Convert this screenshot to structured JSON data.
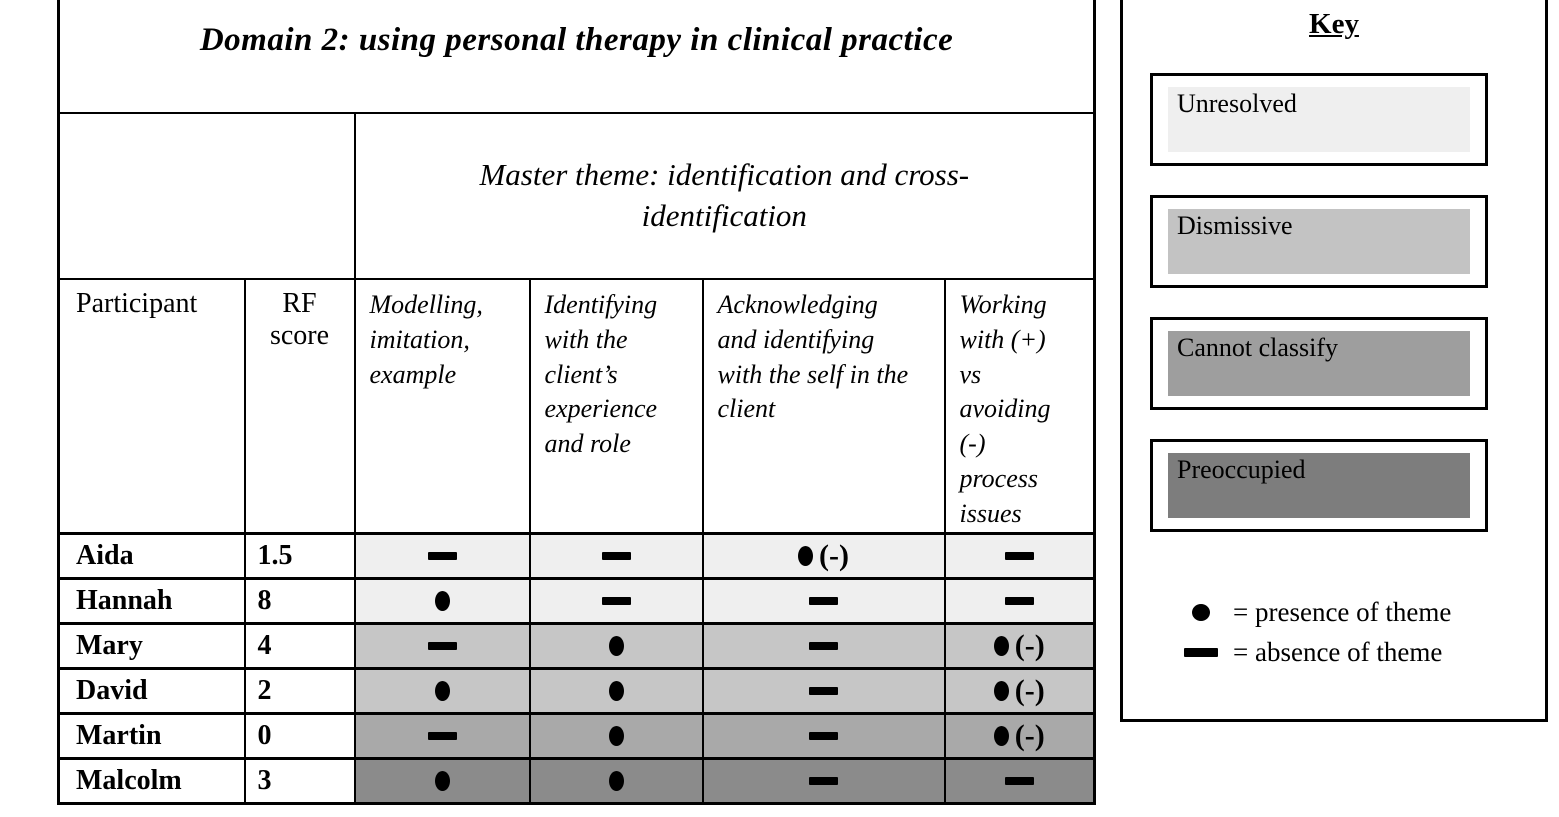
{
  "figure": {
    "title": "Domain 2: using personal therapy in clinical practice"
  },
  "table": {
    "master_theme": "Master theme: identification and cross-identification",
    "columns": {
      "participant": "Participant",
      "rf_score": "RF score"
    },
    "theme_headers": [
      "Modelling, imitation, example",
      "Identifying with the client’s experience and role",
      "Acknowledging and identifying with the self in the client",
      "Working with (+) vs avoiding (-) process issues"
    ],
    "neg_label": "(-)",
    "rows": [
      {
        "participant": "Aida",
        "rf_score": "1.5",
        "shade": "#efefef",
        "cells": [
          "absent",
          "absent",
          "present-neg",
          "absent"
        ]
      },
      {
        "participant": "Hannah",
        "rf_score": "8",
        "shade": "#efefef",
        "cells": [
          "present",
          "absent",
          "absent",
          "absent"
        ]
      },
      {
        "participant": "Mary",
        "rf_score": "4",
        "shade": "#c6c6c6",
        "cells": [
          "absent",
          "present",
          "absent",
          "present-neg"
        ]
      },
      {
        "participant": "David",
        "rf_score": "2",
        "shade": "#c6c6c6",
        "cells": [
          "present",
          "present",
          "absent",
          "present-neg"
        ]
      },
      {
        "participant": "Martin",
        "rf_score": "0",
        "shade": "#a9a9a9",
        "cells": [
          "absent",
          "present",
          "absent",
          "present-neg"
        ]
      },
      {
        "participant": "Malcolm",
        "rf_score": "3",
        "shade": "#8b8b8b",
        "cells": [
          "present",
          "present",
          "absent",
          "absent"
        ]
      }
    ]
  },
  "key": {
    "title": "Key",
    "items": [
      {
        "label": "Unresolved",
        "color": "#efefef"
      },
      {
        "label": "Dismissive",
        "color": "#c3c3c3"
      },
      {
        "label": "Cannot classify",
        "color": "#9e9e9e"
      },
      {
        "label": "Preoccupied",
        "color": "#7d7d7d"
      }
    ],
    "legend": [
      {
        "symbol": "dot",
        "text": "= presence of theme"
      },
      {
        "symbol": "dash",
        "text": "= absence of theme"
      }
    ]
  }
}
